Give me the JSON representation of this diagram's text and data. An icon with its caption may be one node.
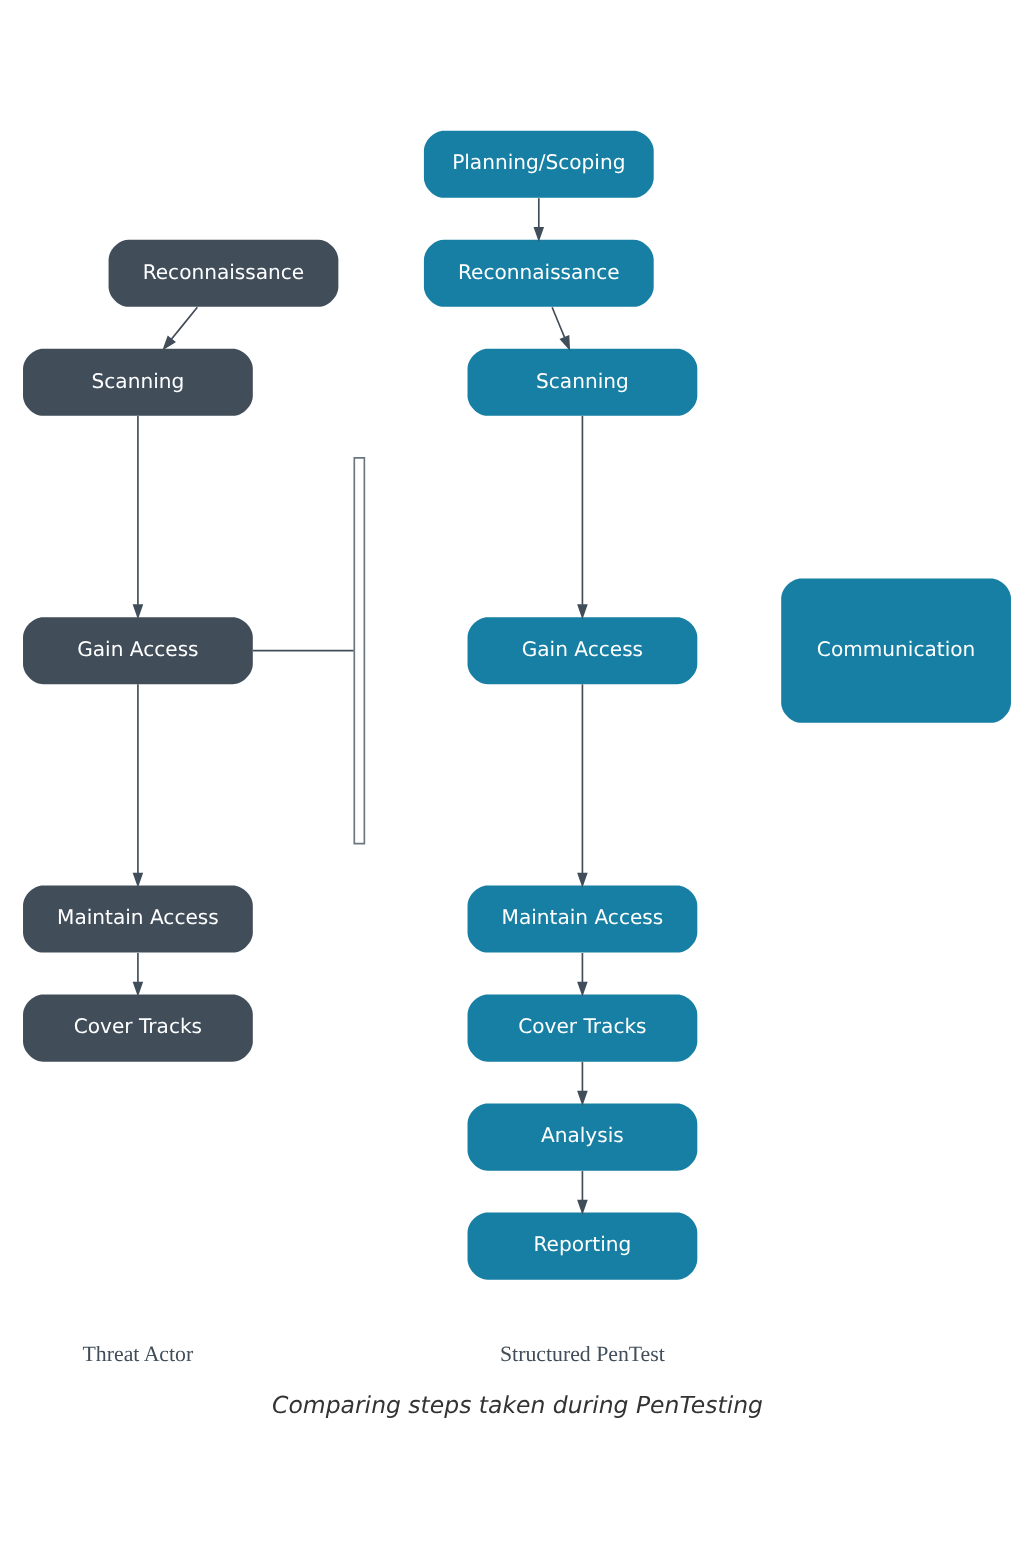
{
  "diagram": {
    "caption": "Comparing steps taken during PenTesting",
    "nodes": [
      {
        "text": [
          "Reconnaissance"
        ]
      },
      {
        "text": [
          "Scanning"
        ]
      },
      {
        "text": [
          "Gain Access"
        ]
      },
      {
        "text": [
          "Maintain Access"
        ]
      },
      {
        "text": [
          "Cover Tracks"
        ]
      },
      {
        "text": [
          "Planning/Scoping"
        ]
      },
      {
        "text": [
          "Reconnaissance"
        ]
      },
      {
        "text": [
          "Scanning"
        ]
      },
      {
        "text": [
          "Gain Access"
        ]
      },
      {
        "text": [
          "Maintain Access"
        ]
      },
      {
        "text": [
          "Cover Tracks"
        ]
      },
      {
        "text": [
          "Analysis"
        ]
      },
      {
        "text": [
          "Reporting"
        ]
      },
      {
        "text": [
          "Communication"
        ]
      },
      {
        "text": [],
        "shape": "bracket"
      }
    ],
    "edges": [
      {
        "from": 0,
        "to": 1,
        "arrow": "to"
      },
      {
        "from": 1,
        "to": 2,
        "arrow": "to"
      },
      {
        "from": 2,
        "to": 3,
        "arrow": "to"
      },
      {
        "from": 3,
        "to": 4,
        "arrow": "to"
      },
      {
        "from": 5,
        "to": 6,
        "arrow": "to"
      },
      {
        "from": 6,
        "to": 7,
        "arrow": "to"
      },
      {
        "from": 7,
        "to": 8,
        "arrow": "to"
      },
      {
        "from": 8,
        "to": 9,
        "arrow": "to"
      },
      {
        "from": 9,
        "to": 10,
        "arrow": "to"
      },
      {
        "from": 10,
        "to": 11,
        "arrow": "to"
      },
      {
        "from": 11,
        "to": 12,
        "arrow": "to"
      },
      {
        "from": 2,
        "to": 14,
        "arrow": "none"
      }
    ],
    "labels": [
      "Threat Actor",
      "Structured PenTest"
    ]
  }
}
